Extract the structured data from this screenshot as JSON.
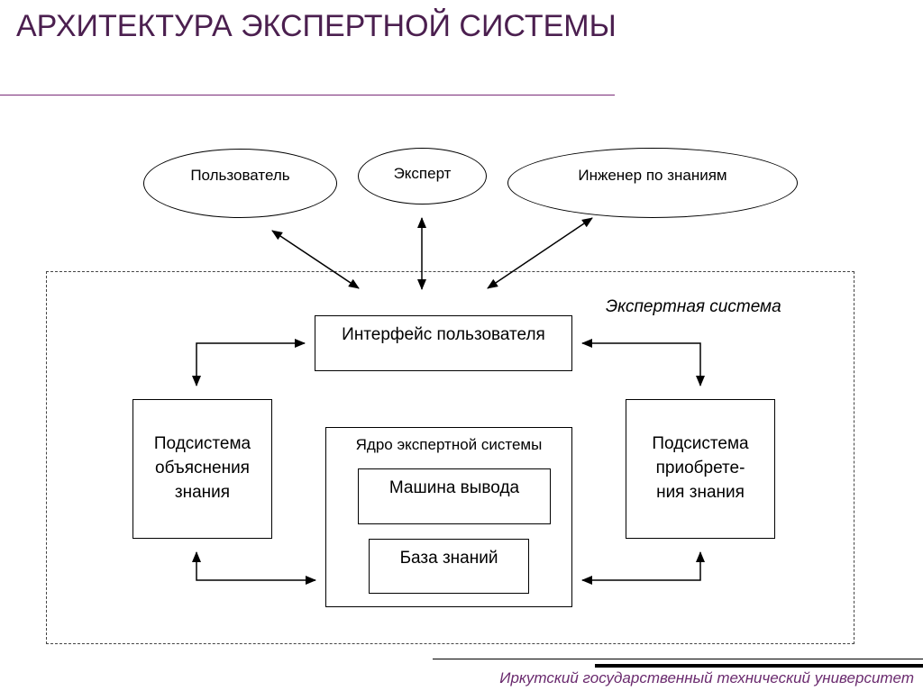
{
  "title": "АРХИТЕКТУРА ЭКСПЕРТНОЙ СИСТЕМЫ",
  "actors": {
    "user": "Пользователь",
    "expert": "Эксперт",
    "knowledge_engineer": "Инженер по знаниям"
  },
  "system_label": "Экспертная система",
  "components": {
    "user_interface": "Интерфейс пользователя",
    "explanation_subsystem": "Подсистема\nобъяснения\nзнания",
    "acquisition_subsystem": "Подсистема\nприобрете-\nния знания",
    "core": "Ядро экспертной системы",
    "inference_engine": "Машина вывода",
    "knowledge_base": "База знаний"
  },
  "footer": "Иркутский государственный технический университет"
}
